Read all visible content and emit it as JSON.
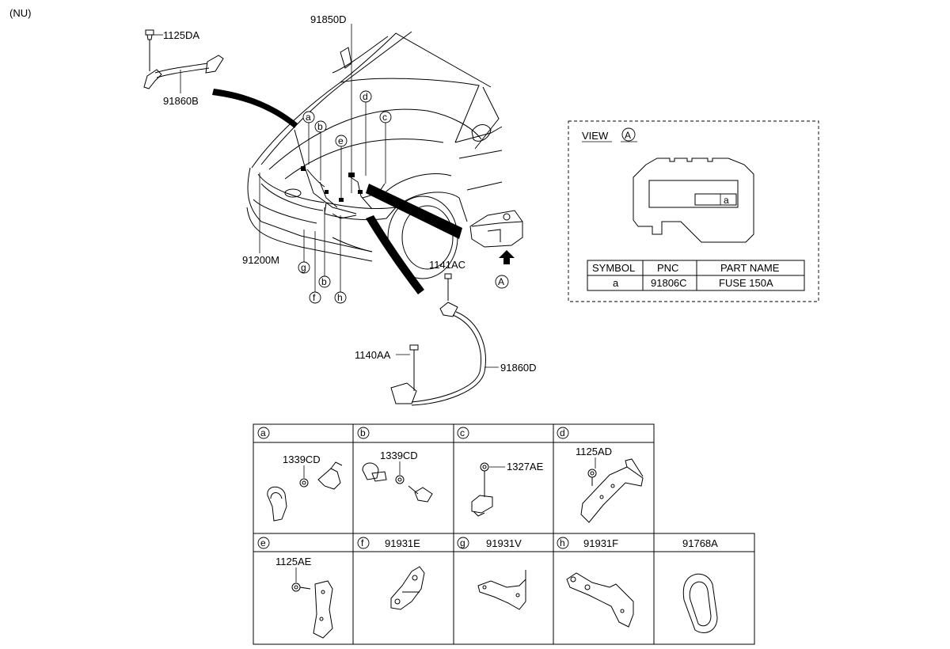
{
  "page_tag": "(NU)",
  "callouts": {
    "p1125DA": "1125DA",
    "p91860B": "91860B",
    "p91850D": "91850D",
    "p91200M": "91200M",
    "p1141AC": "1141AC",
    "p1140AA": "1140AA",
    "p91860D": "91860D"
  },
  "letters": {
    "a": "a",
    "b": "b",
    "c": "c",
    "d": "d",
    "e": "e",
    "f": "f",
    "g": "g",
    "h": "h",
    "A": "A"
  },
  "view": {
    "title": "VIEW",
    "letter": "A",
    "fuse_letter": "a",
    "table": {
      "headers": [
        "SYMBOL",
        "PNC",
        "PART NAME"
      ],
      "row": [
        "a",
        "91806C",
        "FUSE 150A"
      ]
    }
  },
  "grid": {
    "top": [
      {
        "letter": "a",
        "part": "1339CD"
      },
      {
        "letter": "b",
        "part": "1339CD"
      },
      {
        "letter": "c",
        "part": "1327AE"
      },
      {
        "letter": "d",
        "part": "1125AD"
      }
    ],
    "bottom": [
      {
        "letter": "e",
        "part": "1125AE"
      },
      {
        "letter": "f",
        "part": "91931E"
      },
      {
        "letter": "g",
        "part": "91931V"
      },
      {
        "letter": "h",
        "part": "91931F"
      },
      {
        "letter": "",
        "part": "91768A"
      }
    ]
  }
}
